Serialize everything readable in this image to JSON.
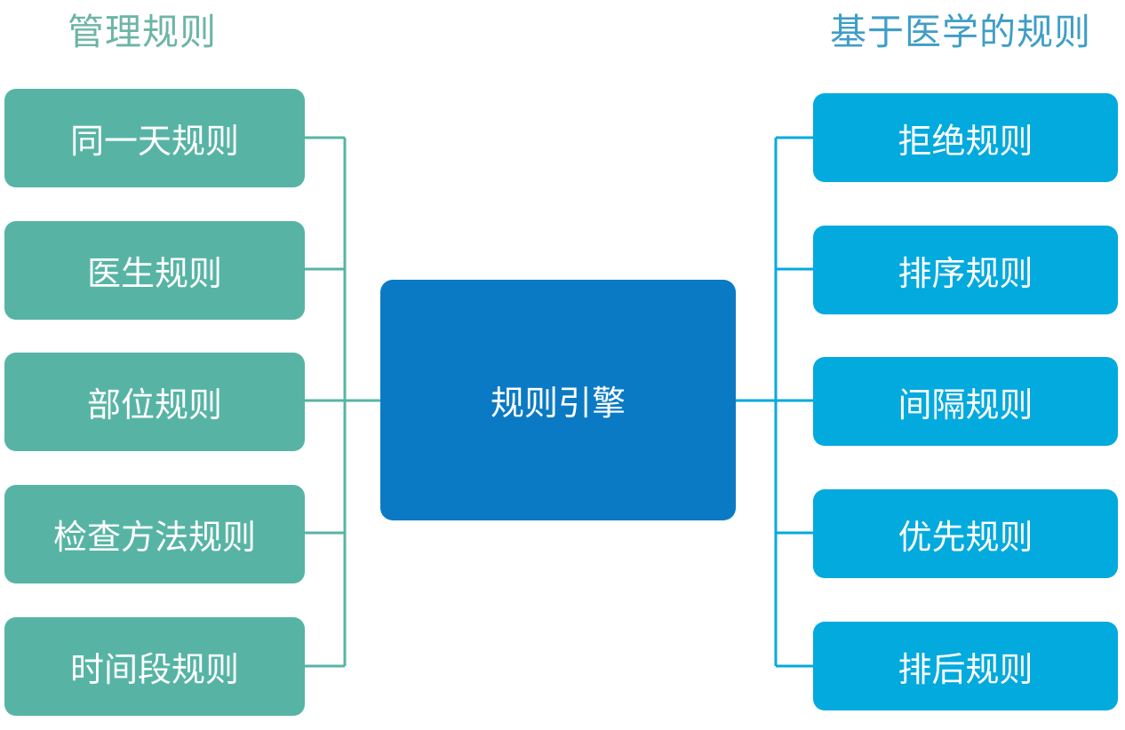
{
  "diagram": {
    "type": "mind-map",
    "center": {
      "label": "规则引擎",
      "color": "#0b7ac4"
    },
    "branches": [
      {
        "side": "left",
        "header": "管理规则",
        "header_color": "#6cb5a6",
        "node_color": "#57b4a5",
        "connector_color": "#57b4a5",
        "nodes": [
          {
            "label": "同一天规则"
          },
          {
            "label": "医生规则"
          },
          {
            "label": "部位规则"
          },
          {
            "label": "检查方法规则"
          },
          {
            "label": "时间段规则"
          }
        ]
      },
      {
        "side": "right",
        "header": "基于医学的规则",
        "header_color": "#3f9ec6",
        "node_color": "#03aadd",
        "connector_color": "#03aadd",
        "nodes": [
          {
            "label": "拒绝规则"
          },
          {
            "label": "排序规则"
          },
          {
            "label": "间隔规则"
          },
          {
            "label": "优先规则"
          },
          {
            "label": "排后规则"
          }
        ]
      }
    ]
  }
}
